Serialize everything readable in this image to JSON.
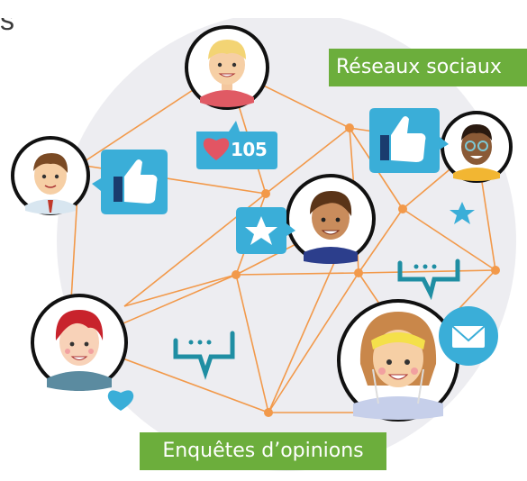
{
  "header_fragment": "s",
  "tags": {
    "social": "Réseaux sociaux",
    "surveys": "Enquêtes d’opinions"
  },
  "like_badge": {
    "count": "105",
    "icon": "heart-icon"
  },
  "colors": {
    "network_line": "#f2994a",
    "node": "#f2994a",
    "accent_blue": "#3aaed8",
    "tag_green": "#6cae3c",
    "bubble_teal": "#1f8ea3",
    "circle_bg": "#ededf1"
  },
  "icons": [
    "thumbs-up-icon",
    "star-icon",
    "chat-bubble-icon",
    "mail-icon",
    "heart-icon"
  ]
}
